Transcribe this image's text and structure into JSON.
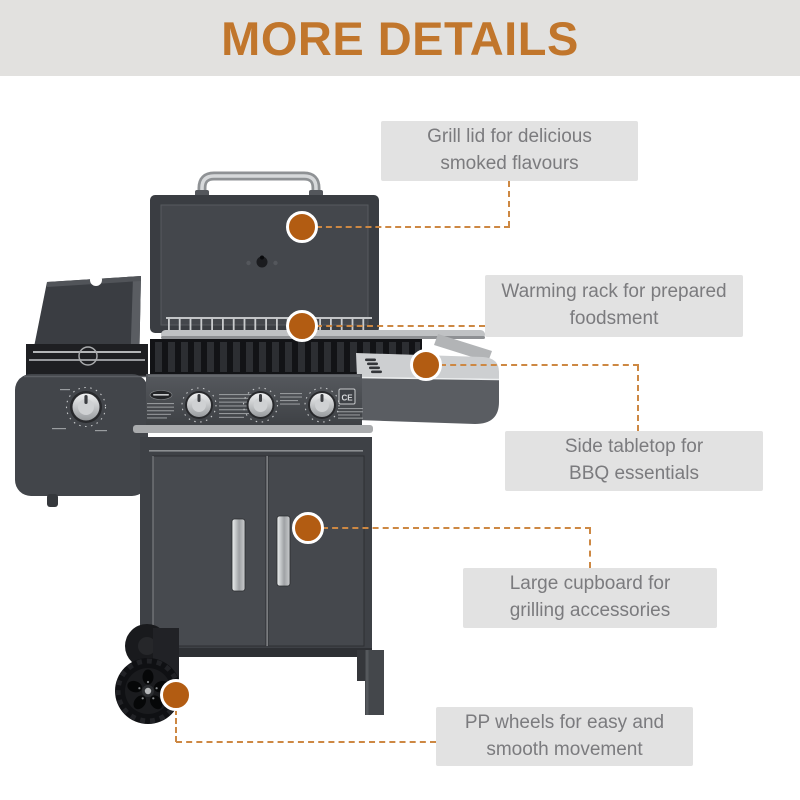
{
  "header": {
    "title": "MORE DETAILS"
  },
  "callouts": [
    {
      "id": "grill-lid",
      "label": "Grill lid for delicious\nsmoked flavours"
    },
    {
      "id": "warming-rack",
      "label": "Warming rack for prepared\nfoodsment"
    },
    {
      "id": "side-tabletop",
      "label": "Side tabletop for\nBBQ essentials"
    },
    {
      "id": "cupboard",
      "label": "Large cupboard for\ngrilling accessories"
    },
    {
      "id": "pp-wheels",
      "label": "PP wheels for easy and\nsmooth movement"
    }
  ],
  "product": {
    "panel_badge": "CE"
  },
  "colors": {
    "title_orange": "#c1762c",
    "marker_orange": "#b25c12",
    "connector_orange": "#cd8843",
    "header_bg": "#e2e1df",
    "label_bg": "#e2e2e2",
    "label_text": "#7b7b7e"
  }
}
